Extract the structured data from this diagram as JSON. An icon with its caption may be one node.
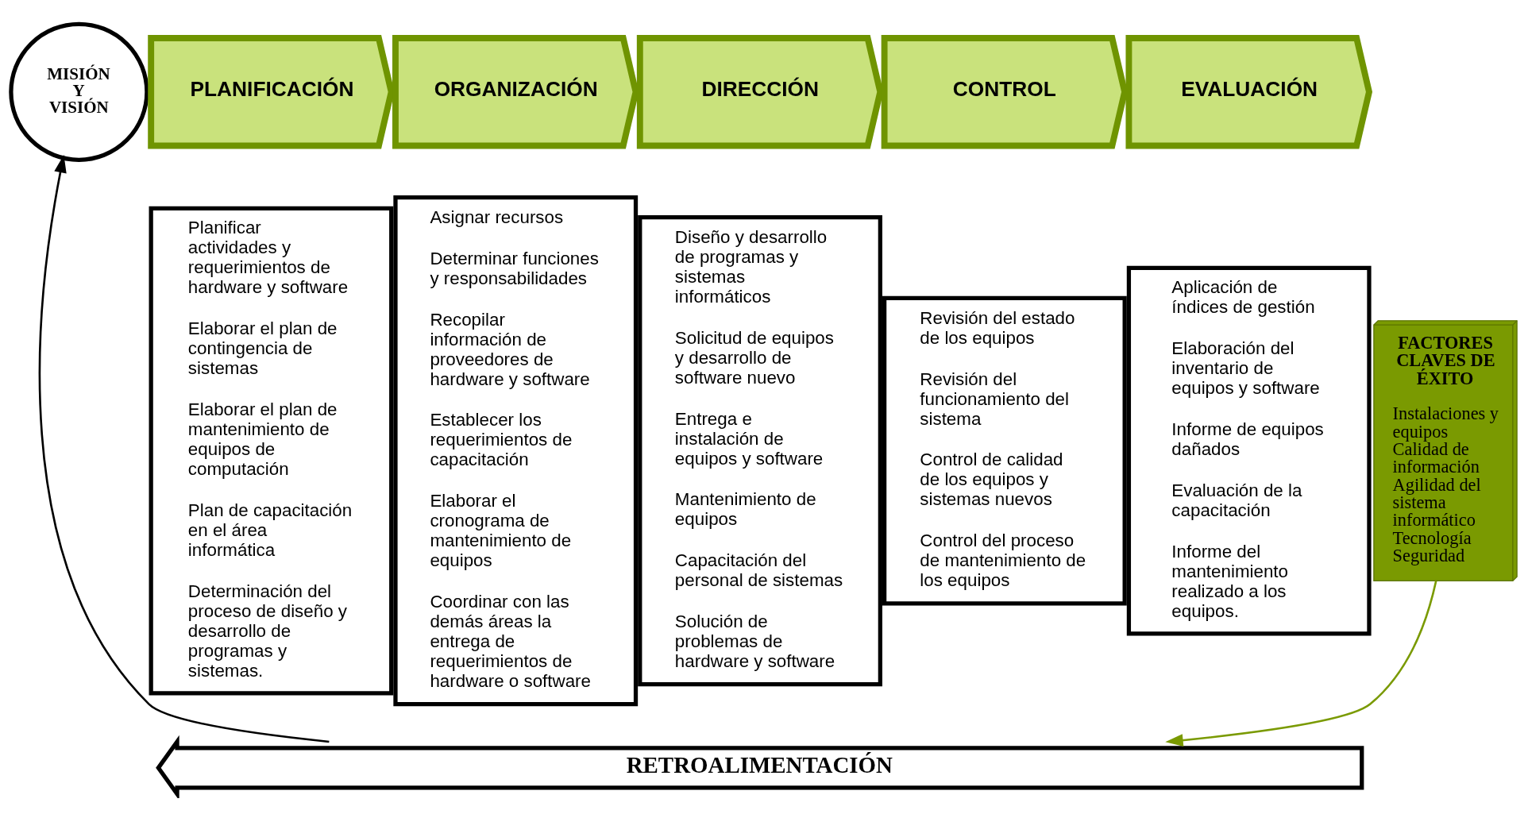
{
  "diagram": {
    "nodes": [
      {
        "text": [
          "MISIÓN Y VISIÓN"
        ]
      },
      {
        "text": [
          "PLANIFICACIÓN"
        ]
      },
      {
        "text": [
          "ORGANIZACIÓN"
        ]
      },
      {
        "text": [
          "DIRECCIÓN"
        ]
      },
      {
        "text": [
          "CONTROL"
        ]
      },
      {
        "text": [
          "EVALUACIÓN"
        ]
      },
      {
        "text": [
          "Planificar actividades y requerimientos de hardware y software",
          "Elaborar el plan de contingencia de sistemas",
          "Elaborar el plan de mantenimiento de equipos de computación",
          "Plan de capacitación en el área informática",
          "Determinación del proceso de diseño y desarrollo de programas y sistemas."
        ]
      },
      {
        "text": [
          "Asignar recursos",
          "Determinar funciones y responsabilidades",
          "Recopilar información de proveedores de hardware y software",
          "Establecer los requerimientos de capacitación",
          "Elaborar el cronograma de mantenimiento de equipos",
          "Coordinar con las demás áreas la entrega de requerimientos de hardware o software"
        ]
      },
      {
        "text": [
          "Diseño y desarrollo de programas y sistemas informáticos",
          "Solicitud de equipos y desarrollo de software nuevo",
          "Entrega e instalación de equipos y software",
          "Mantenimiento de equipos",
          "Capacitación del personal de sistemas",
          "Solución de problemas de hardware y software"
        ]
      },
      {
        "text": [
          "Revisión del estado de los equipos",
          "Revisión del funcionamiento del sistema",
          "Control de calidad de los equipos y sistemas nuevos",
          "Control del proceso de mantenimiento de los equipos"
        ]
      },
      {
        "text": [
          "Aplicación de índices de gestión",
          "Elaboración del inventario de equipos y software",
          "Informe de equipos dañados",
          "Evaluación de la capacitación",
          "Informe del mantenimiento realizado a los equipos."
        ]
      },
      {
        "text": [
          "FACTORES CLAVES DE ÉXITO",
          "Instalaciones y equipos",
          "Calidad de información",
          "Agilidad del sistema informático",
          "Tecnología",
          "Seguridad"
        ]
      },
      {
        "text": [
          "RETROALIMENTACIÓN"
        ]
      }
    ],
    "edges": [
      {
        "from": 12,
        "to": 0,
        "arrow": "to"
      },
      {
        "from": 11,
        "to": 12,
        "arrow": "to",
        "color": "#7a9a01"
      }
    ]
  }
}
